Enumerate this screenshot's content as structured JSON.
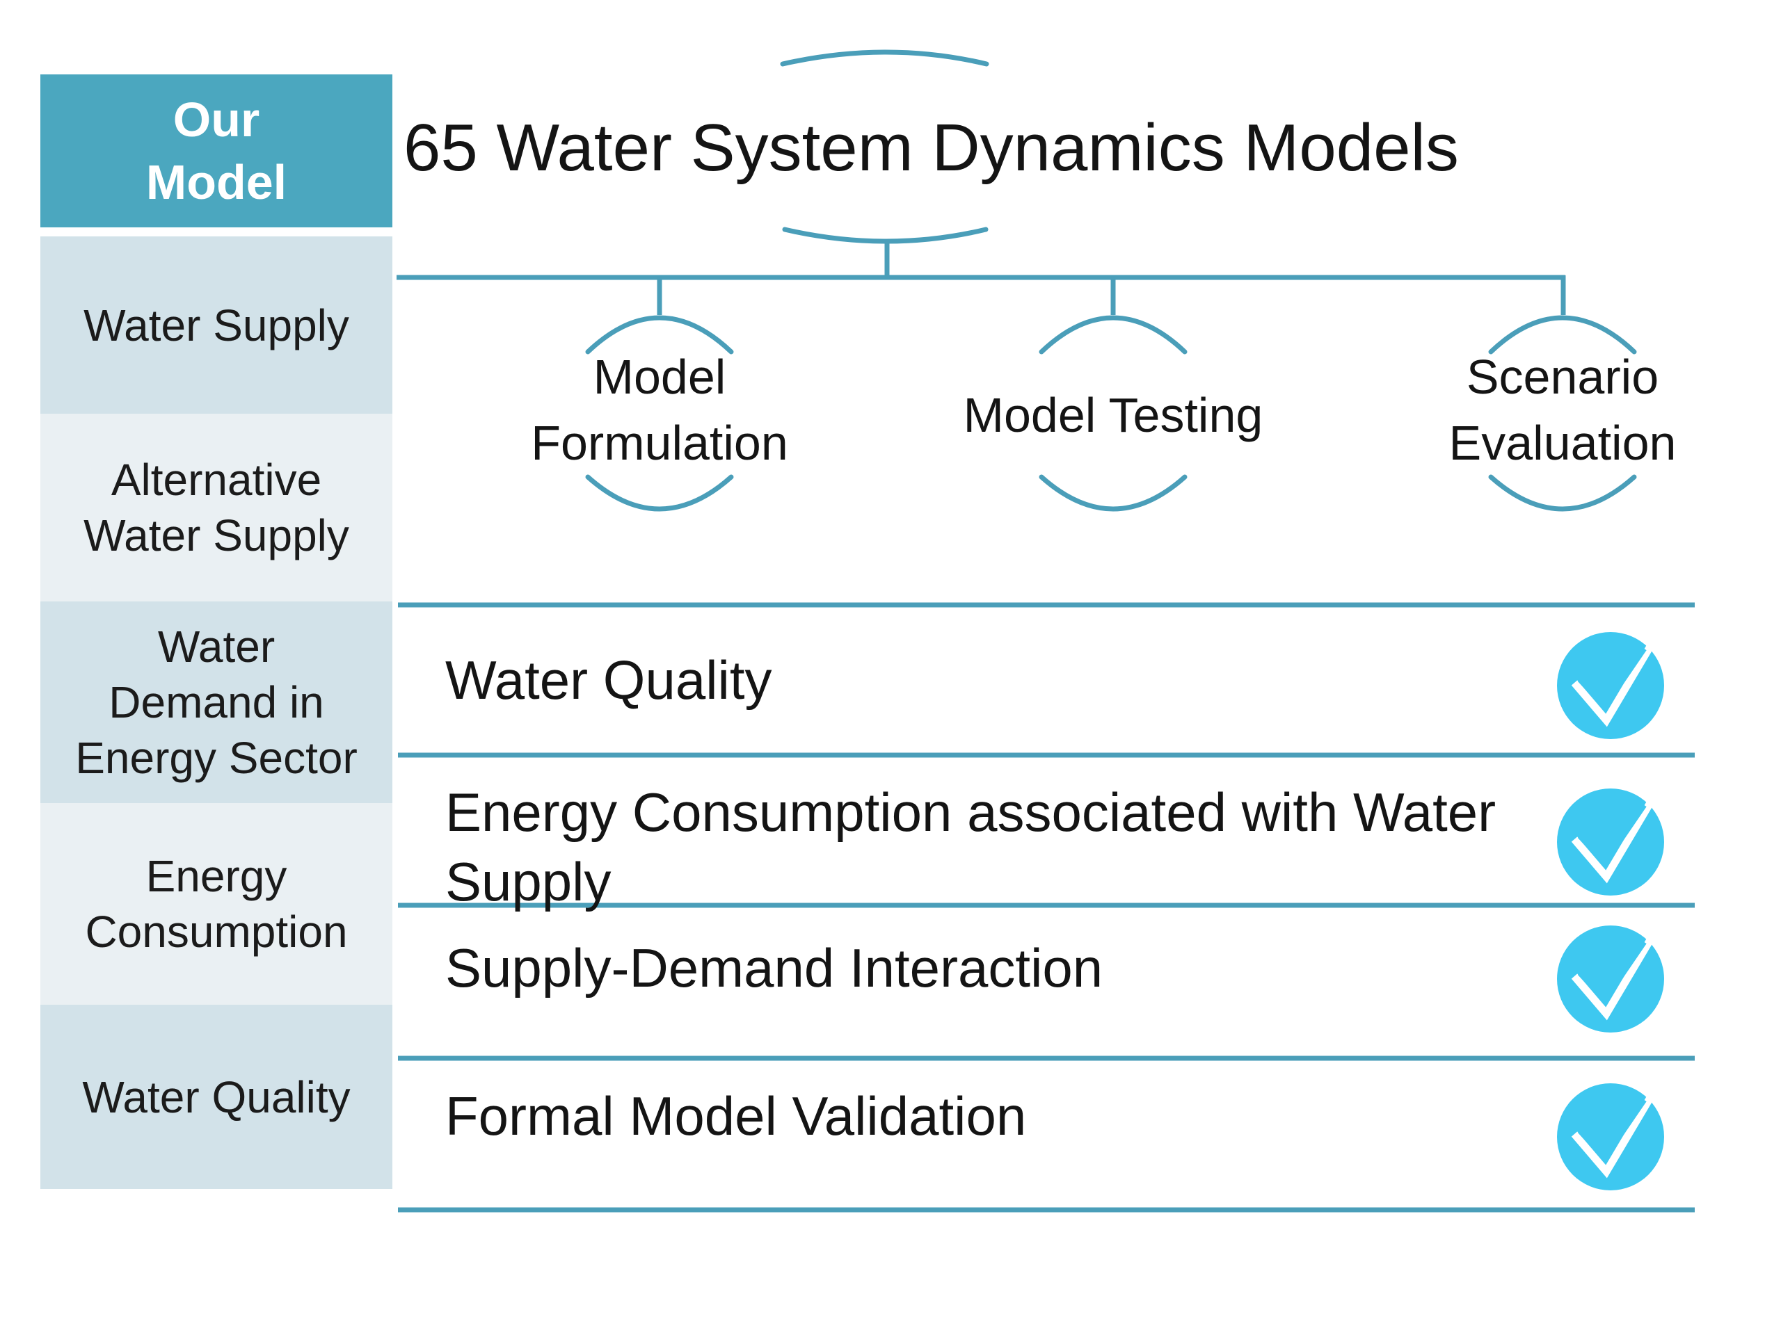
{
  "colors": {
    "line": "#4A9EB9",
    "header_bg": "#4BA7BF",
    "row_dark": "#D2E2E9",
    "row_light": "#EAF0F3",
    "check": "#3EC8F0",
    "text": "#1B1B1B"
  },
  "sidebar": {
    "header": "Our\nModel",
    "rows": [
      {
        "label": "Water Supply"
      },
      {
        "label": "Alternative\nWater Supply"
      },
      {
        "label": "Water\nDemand in\nEnergy Sector"
      },
      {
        "label": "Energy\nConsumption"
      },
      {
        "label": "Water Quality"
      }
    ]
  },
  "tree": {
    "title": "65 Water System Dynamics Models",
    "nodes": [
      {
        "label": "Model\nFormulation"
      },
      {
        "label": "Model Testing"
      },
      {
        "label": "Scenario\nEvaluation"
      }
    ]
  },
  "checklist": [
    {
      "label": "Water Quality",
      "icon": "check-icon",
      "checked": true
    },
    {
      "label": "Energy Consumption associated with Water\nSupply",
      "icon": "check-icon",
      "checked": true
    },
    {
      "label": "Supply-Demand Interaction",
      "icon": "check-icon",
      "checked": true
    },
    {
      "label": "Formal Model Validation",
      "icon": "check-icon",
      "checked": true
    }
  ]
}
